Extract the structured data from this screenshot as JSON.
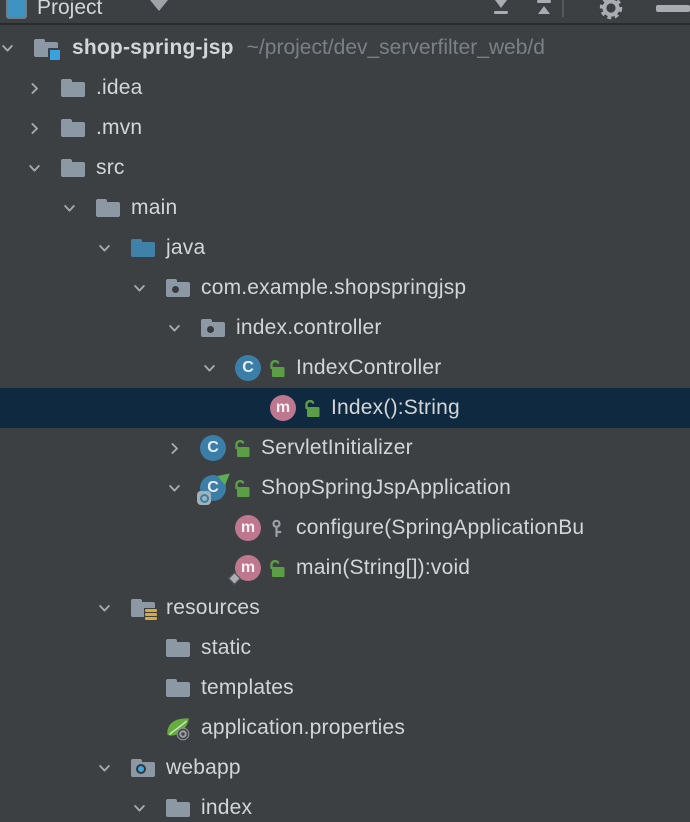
{
  "toolbar": {
    "title": "Project",
    "icons": [
      "project-tool-window-icon",
      "chevron-down-icon",
      "expand-all-icon",
      "collapse-all-icon",
      "settings-gear-icon",
      "hide-tool-window-icon"
    ]
  },
  "colors": {
    "background": "#3c4043",
    "selection": "#0f2a40",
    "label_text": "#d3d5d7",
    "annotation_text": "#7b8085",
    "folder": "#8c99a5",
    "sources_root_folder": "#3f81a9",
    "class_icon": "#3b7ea7",
    "method_icon": "#bd7890",
    "public_lock_green": "#5b9e46",
    "protected_key_gray": "#9ba1a6",
    "resources_badge_amber": "#d9a93e",
    "web_badge_blue": "#3fa9e0",
    "run_play_green": "#5fae57",
    "accent_blue": "#3e93c1"
  },
  "tree": {
    "selected_label": "Index():String",
    "rows": [
      {
        "label": "shop-spring-jsp",
        "annotation": "~/project/dev_serverfilter_web/d",
        "level": 0,
        "chevron": "expanded",
        "icon": "project-folder",
        "bold": true
      },
      {
        "label": ".idea",
        "level": 1,
        "chevron": "collapsed",
        "icon": "folder"
      },
      {
        "label": ".mvn",
        "level": 1,
        "chevron": "collapsed",
        "icon": "folder"
      },
      {
        "label": "src",
        "level": 1,
        "chevron": "expanded",
        "icon": "folder"
      },
      {
        "label": "main",
        "level": 2,
        "chevron": "expanded",
        "icon": "folder"
      },
      {
        "label": "java",
        "level": 3,
        "chevron": "expanded",
        "icon": "sources-root-folder"
      },
      {
        "label": "com.example.shopspringjsp",
        "level": 4,
        "chevron": "expanded",
        "icon": "package"
      },
      {
        "label": "index.controller",
        "level": 5,
        "chevron": "expanded",
        "icon": "package"
      },
      {
        "label": "IndexController",
        "level": 6,
        "chevron": "expanded",
        "icon": "class",
        "modifier": "public"
      },
      {
        "label": "Index():String",
        "level": 7,
        "chevron": null,
        "icon": "method",
        "modifier": "public",
        "selected": true
      },
      {
        "label": "ServletInitializer",
        "level": 5,
        "chevron": "collapsed",
        "icon": "class",
        "modifier": "public"
      },
      {
        "label": "ShopSpringJspApplication",
        "level": 5,
        "chevron": "expanded",
        "icon": "runnable-class",
        "modifier": "public"
      },
      {
        "label": "configure(SpringApplicationBu",
        "level": 6,
        "chevron": null,
        "icon": "method",
        "modifier": "protected"
      },
      {
        "label": "main(String[]):void",
        "level": 6,
        "chevron": null,
        "icon": "static-method",
        "modifier": "public"
      },
      {
        "label": "resources",
        "level": 3,
        "chevron": "expanded",
        "icon": "resources-root-folder"
      },
      {
        "label": "static",
        "level": 4,
        "chevron": null,
        "icon": "folder"
      },
      {
        "label": "templates",
        "level": 4,
        "chevron": null,
        "icon": "folder"
      },
      {
        "label": "application.properties",
        "level": 4,
        "chevron": null,
        "icon": "spring-config-file"
      },
      {
        "label": "webapp",
        "level": 3,
        "chevron": "expanded",
        "icon": "web-folder"
      },
      {
        "label": "index",
        "level": 4,
        "chevron": "expanded",
        "icon": "folder"
      }
    ]
  }
}
